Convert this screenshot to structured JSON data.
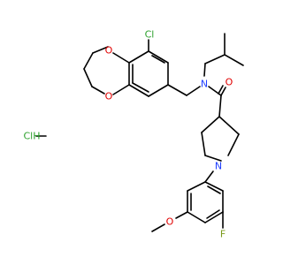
{
  "molecule": {
    "atoms": [
      {
        "id": "cl_top",
        "symbol": "Cl",
        "color": "#2ca02c"
      },
      {
        "id": "o_upper",
        "symbol": "O",
        "color": "#e00000"
      },
      {
        "id": "o_lower",
        "symbol": "O",
        "color": "#e00000"
      },
      {
        "id": "n_amide",
        "symbol": "N",
        "color": "#1f3fff"
      },
      {
        "id": "o_amide",
        "symbol": "O",
        "color": "#e00000"
      },
      {
        "id": "n_ring",
        "symbol": "N",
        "color": "#1f3fff"
      },
      {
        "id": "o_meo",
        "symbol": "O",
        "color": "#e00000"
      },
      {
        "id": "f_ar",
        "symbol": "F",
        "color": "#7a9a1a"
      }
    ],
    "salt": {
      "label": "ClH",
      "color": "#2ca02c"
    }
  }
}
